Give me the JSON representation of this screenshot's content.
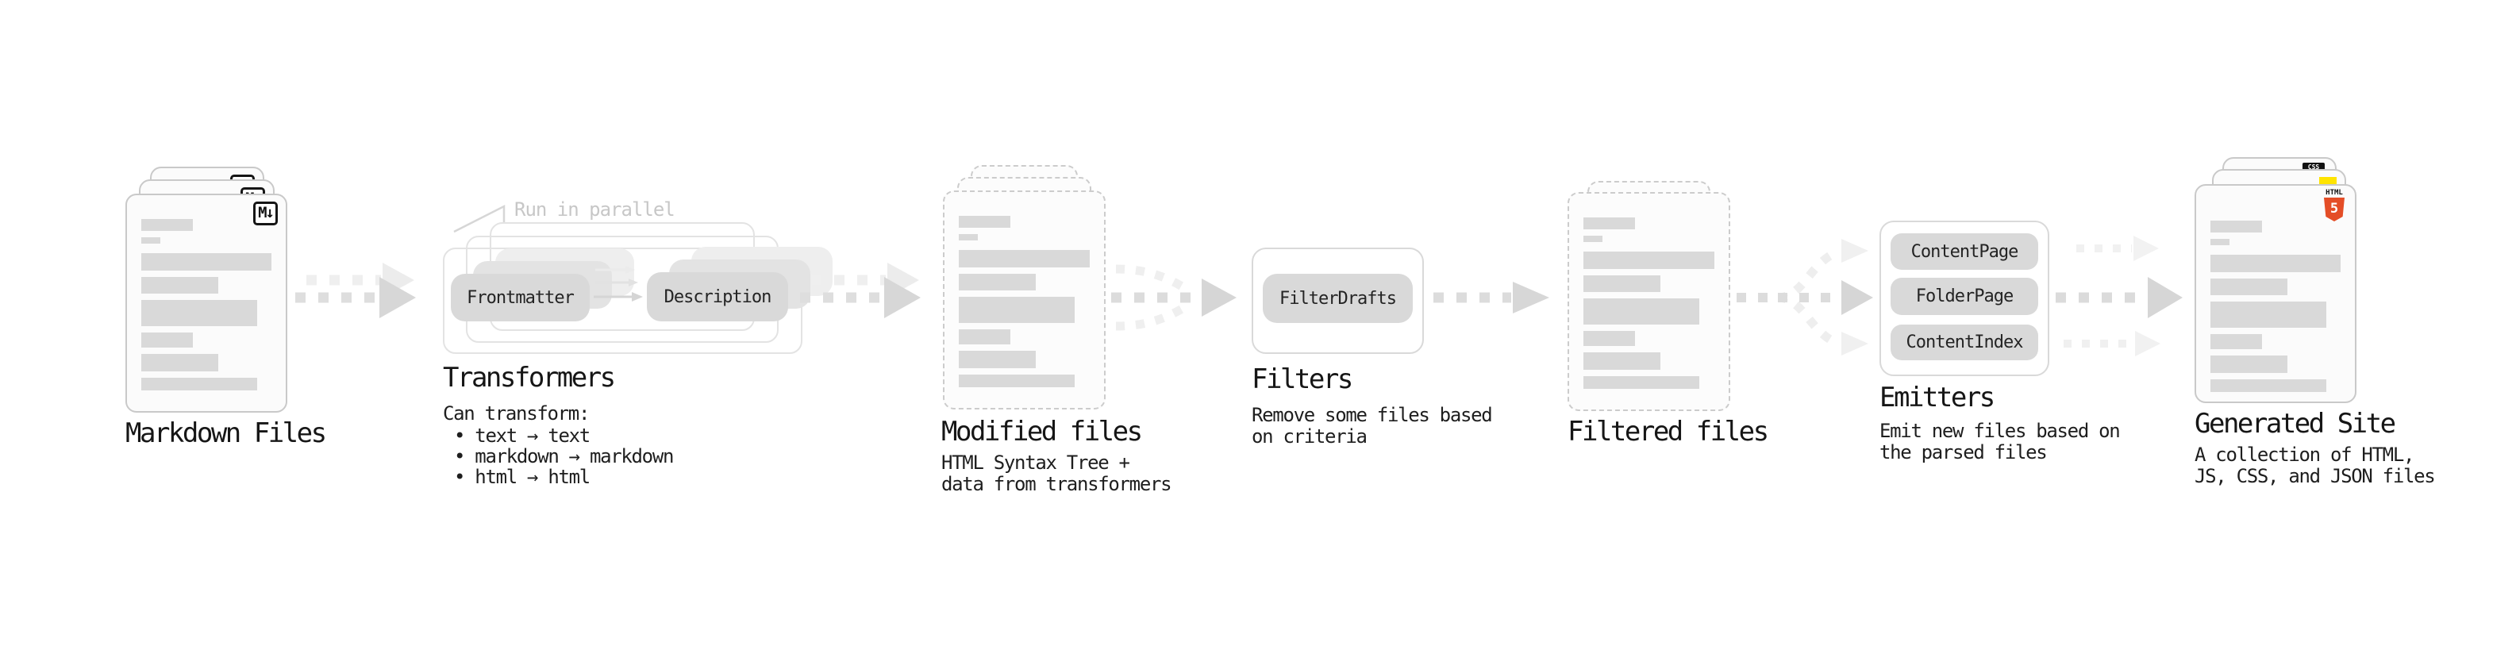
{
  "sections": {
    "markdown_files": {
      "label": "Markdown Files",
      "badge_label": "M↓"
    },
    "transformers": {
      "annotation": "Run in parallel",
      "frontmatter_pill": "Frontmatter",
      "description_pill": "Description",
      "heading": "Transformers",
      "intro": "Can transform:",
      "bullets": [
        "• text → text",
        "• markdown → markdown",
        "• html → html"
      ]
    },
    "modified_files": {
      "heading": "Modified files",
      "subtitle": [
        "HTML Syntax Tree +",
        "data from transformers"
      ]
    },
    "filters": {
      "pill": "FilterDrafts",
      "heading": "Filters",
      "subtitle": [
        "Remove some files based",
        "on criteria"
      ]
    },
    "filtered_files": {
      "heading": "Filtered files"
    },
    "emitters": {
      "pills": [
        "ContentPage",
        "FolderPage",
        "ContentIndex"
      ],
      "heading": "Emitters",
      "subtitle": [
        "Emit new files based on",
        "the parsed files"
      ]
    },
    "generated_site": {
      "heading": "Generated Site",
      "subtitle": [
        "A collection of HTML,",
        "JS, CSS, and JSON files"
      ],
      "css_badge": "CSS",
      "html_badge_word": "HTML",
      "html_badge_number": "5"
    }
  },
  "colors": {
    "html5_orange": "#e44d26",
    "js_yellow": "#ffe400",
    "css_blue": "#2b6bf3",
    "text": "#161616",
    "muted_annotation": "#c7c7c7",
    "placeholder_bar": "#d9d9d9",
    "pill_gray": "#d9d9d9"
  }
}
